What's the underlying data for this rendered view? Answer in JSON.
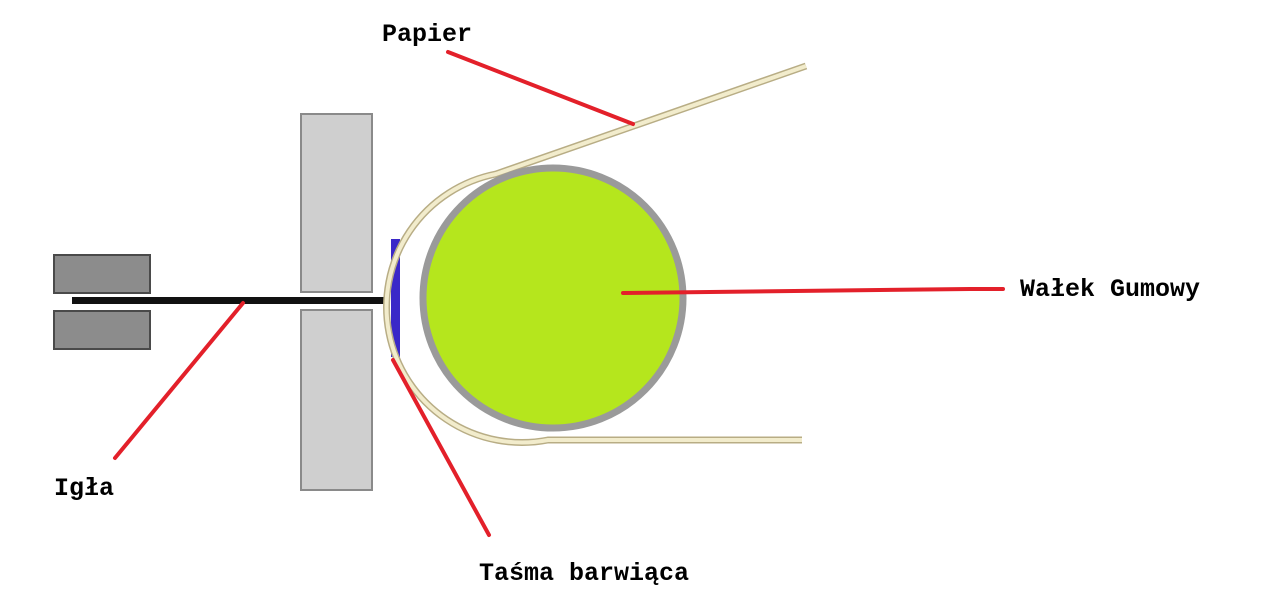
{
  "labels": {
    "paper": "Papier",
    "roller": "Wałek Gumowy",
    "needle": "Igła",
    "ribbon": "Taśma barwiąca"
  },
  "colors": {
    "background": "#ffffff",
    "guide_fill": "#cfcfcf",
    "guide_stroke": "#8a8a8a",
    "magnet_fill": "#8c8c8c",
    "magnet_stroke": "#4a4a4a",
    "needle": "#111111",
    "ribbon": "#3a28c8",
    "roller_fill": "#b5e61d",
    "roller_rim": "#9a9a9a",
    "paper_fill": "#f2eccc",
    "paper_edge": "#b8ad85",
    "leader_line": "#e3202a"
  }
}
